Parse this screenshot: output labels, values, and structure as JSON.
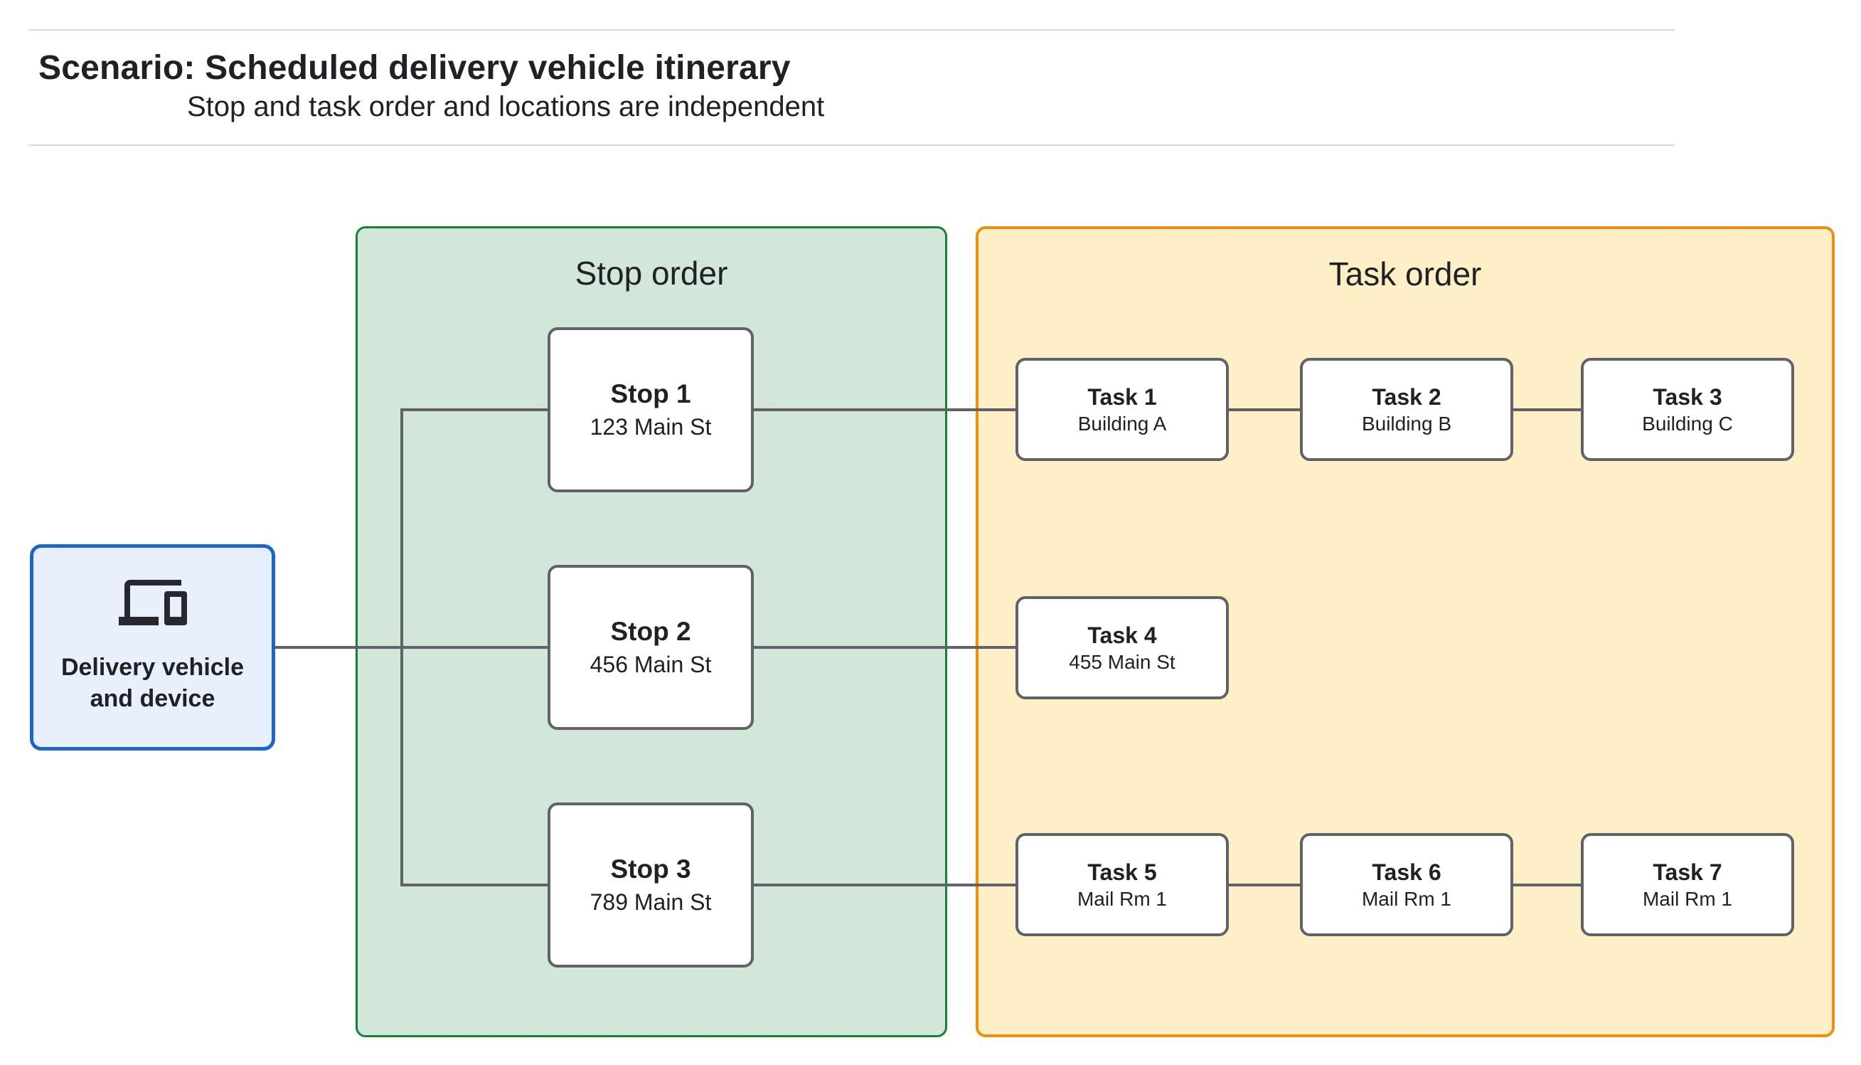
{
  "header": {
    "title_prefix": "Scenario:",
    "title_rest": "Scheduled delivery vehicle itinerary",
    "subtitle": "Stop and task order and locations are independent"
  },
  "source_node": {
    "icon": "laptop-phone-devices-icon",
    "label_line1": "Delivery vehicle",
    "label_line2": "and device"
  },
  "stop_group": {
    "title": "Stop order",
    "stops": [
      {
        "name": "Stop 1",
        "location": "123 Main St"
      },
      {
        "name": "Stop 2",
        "location": "456 Main St"
      },
      {
        "name": "Stop 3",
        "location": "789 Main St"
      }
    ]
  },
  "task_group": {
    "title": "Task order",
    "tasks": [
      {
        "name": "Task 1",
        "location": "Building A"
      },
      {
        "name": "Task 2",
        "location": "Building B"
      },
      {
        "name": "Task 3",
        "location": "Building C"
      },
      {
        "name": "Task 4",
        "location": "455 Main St"
      },
      {
        "name": "Task 5",
        "location": "Mail Rm 1"
      },
      {
        "name": "Task 6",
        "location": "Mail Rm 1"
      },
      {
        "name": "Task 7",
        "location": "Mail Rm 1"
      }
    ]
  },
  "colors": {
    "stop_group_fill": "#d2e7d9",
    "stop_group_border": "#188038",
    "task_group_fill": "#fdf0c6",
    "task_group_border": "#ef8f0e",
    "source_fill": "#e8f0fe",
    "source_border": "#1b66c9",
    "connector": "#5f6368",
    "node_border": "#5f6368",
    "text": "#202124",
    "divider": "#d9d9d9"
  }
}
